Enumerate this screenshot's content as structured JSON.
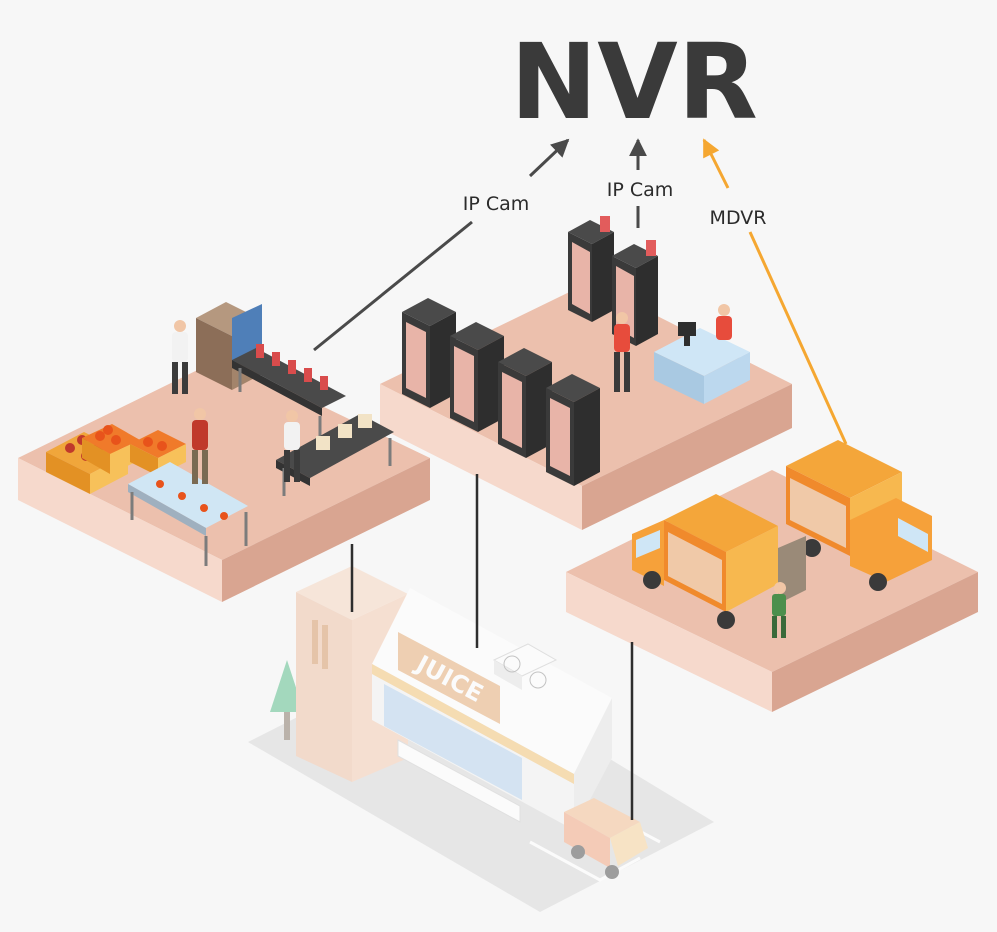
{
  "diagram": {
    "title": "NVR",
    "labels": {
      "factory": "IP Cam",
      "store": "IP Cam",
      "trucks": "MDVR"
    },
    "sign_text": "JUICE",
    "colors": {
      "title": "#3a3a3a",
      "gray_arrow": "#4a4a4a",
      "orange_arrow": "#f5a731",
      "platform_top": "#ecc0ad",
      "platform_side": "#d9a591",
      "platform_edge": "#f6d9cc"
    }
  }
}
